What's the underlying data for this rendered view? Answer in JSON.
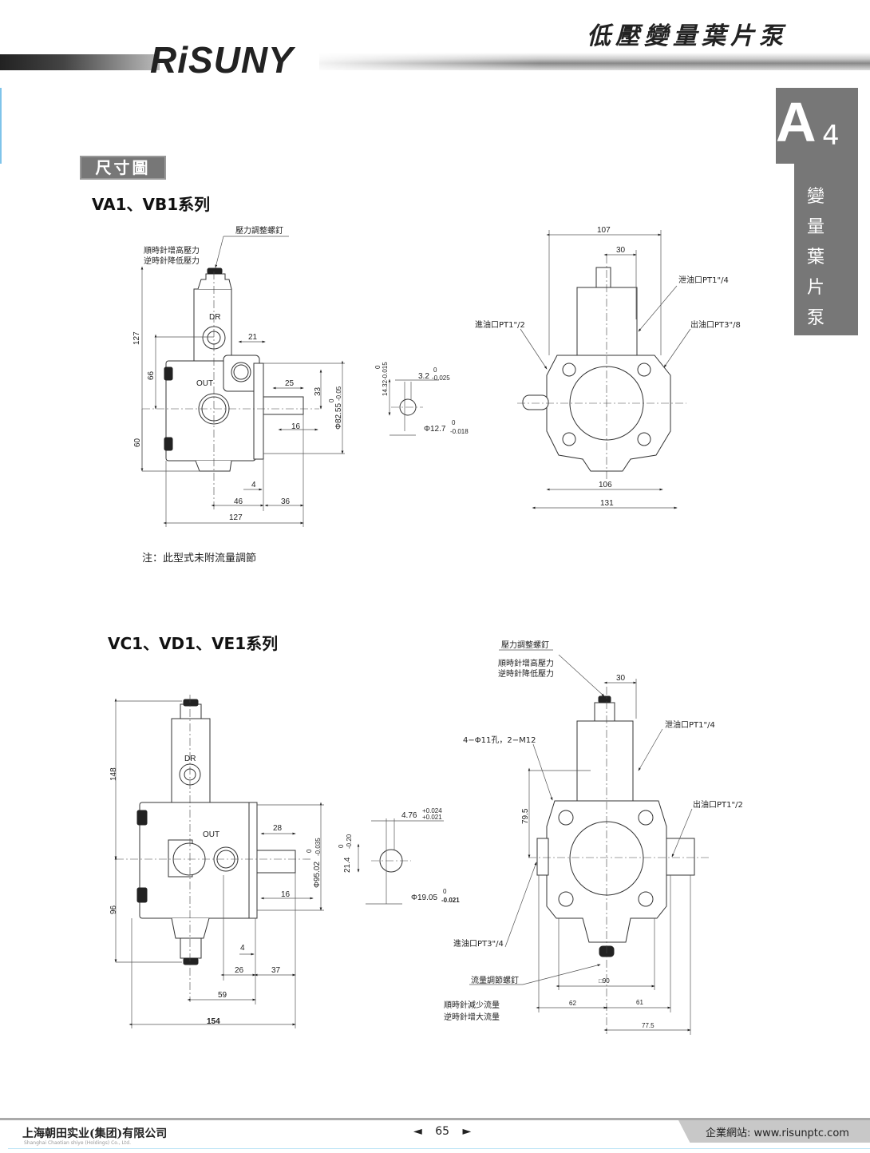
{
  "header": {
    "logo": "RiSUNY",
    "title": "低壓變量葉片泵"
  },
  "side_tab": {
    "letter": "A",
    "number": "4",
    "chars": [
      "變",
      "量",
      "葉",
      "片",
      "泵"
    ]
  },
  "section_label": "尺寸圖",
  "series1": {
    "title": "VA1、VB1系列",
    "note": "注：此型式未附流量調節",
    "side": {
      "screw": "壓力調整螺釘",
      "cw": "順時針增高壓力",
      "ccw": "逆時針降低壓力",
      "dr": "DR",
      "out": "OUT",
      "d127v": "127",
      "d66": "66",
      "d60": "60",
      "d21": "21",
      "d25": "25",
      "d33": "33",
      "d82": "Φ82.55",
      "d82_tol_up": "0",
      "d82_tol_lo": "-0.05",
      "d16": "16",
      "d4": "4",
      "d46": "46",
      "d36": "36",
      "d127h": "127"
    },
    "shaft": {
      "d1432": "14.32",
      "d1432_up": "0",
      "d1432_lo": "-0.015",
      "d32": "3.2",
      "d32_up": "0",
      "d32_lo": "-0.025",
      "d127": "Φ12.7",
      "d127_up": "0",
      "d127_lo": "-0.018"
    },
    "front": {
      "d107": "107",
      "d30": "30",
      "drain": "泄油口PT1\"/4",
      "inlet": "進油口PT1\"/2",
      "outlet": "出油口PT3\"/8",
      "d106": "106",
      "d131": "131"
    }
  },
  "series2": {
    "title": "VC1、VD1、VE1系列",
    "side": {
      "dr": "DR",
      "out": "OUT",
      "d148": "148",
      "d96": "96",
      "d28": "28",
      "d95": "Φ95.02",
      "d95_up": "0",
      "d95_lo": "-0.035",
      "d16": "16",
      "d4": "4",
      "d26": "26",
      "d37": "37",
      "d59": "59",
      "d154": "154"
    },
    "shaft": {
      "d476": "4.76",
      "d476_up": "+0.024",
      "d476_lo": "+0.021",
      "d214": "21.4",
      "d214_up": "0",
      "d214_lo": "-0.20",
      "d1905": "Φ19.05",
      "d1905_up": "0",
      "d1905_lo": "-0.021"
    },
    "front": {
      "screw": "壓力調整螺釘",
      "cw": "順時針增高壓力",
      "ccw": "逆時針降低壓力",
      "d30": "30",
      "drain": "泄油口PT1\"/4",
      "holes": "4−Φ11孔，2−M12",
      "d795": "79.5",
      "outlet": "出油口PT1\"/2",
      "inlet": "進油口PT3\"/4",
      "flow_screw": "流量調節螺釘",
      "sq90": "□90",
      "flow_cw": "順時針減少流量",
      "flow_ccw": "逆時針增大流量",
      "d62": "62",
      "d61": "61",
      "d775": "77.5"
    }
  },
  "footer": {
    "company": "上海朝田实业(集团)有限公司",
    "company_en": "Shanghai Chaotian shiye (Holdings) Co., Ltd.",
    "prev": "◄",
    "page": "65",
    "next": "►",
    "website": "企業網站:  www.risunptc.com"
  }
}
